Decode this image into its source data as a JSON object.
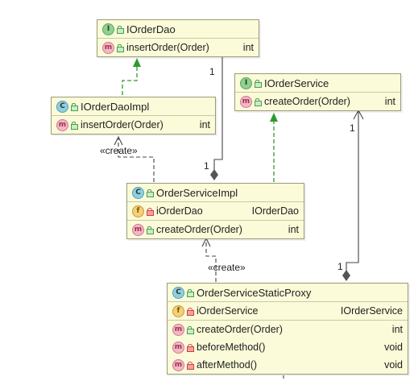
{
  "classes": {
    "iorderdao": {
      "name": "IOrderDao",
      "kind_badge": "I",
      "methods": [
        {
          "badge": "m",
          "name": "insertOrder(Order)",
          "type": "int"
        }
      ]
    },
    "iorderservice": {
      "name": "IOrderService",
      "kind_badge": "I",
      "methods": [
        {
          "badge": "m",
          "name": "createOrder(Order)",
          "type": "int"
        }
      ]
    },
    "iorderdaoimpl": {
      "name": "IOrderDaoImpl",
      "kind_badge": "C",
      "methods": [
        {
          "badge": "m",
          "name": "insertOrder(Order)",
          "type": "int"
        }
      ]
    },
    "orderserviceimpl": {
      "name": "OrderServiceImpl",
      "kind_badge": "C",
      "fields": [
        {
          "badge": "f",
          "name": "iOrderDao",
          "type": "IOrderDao"
        }
      ],
      "methods": [
        {
          "badge": "m",
          "name": "createOrder(Order)",
          "type": "int"
        }
      ]
    },
    "orderservicestaticproxy": {
      "name": "OrderServiceStaticProxy",
      "kind_badge": "C",
      "fields": [
        {
          "badge": "f",
          "name": "iOrderService",
          "type": "IOrderService"
        }
      ],
      "methods": [
        {
          "badge": "m",
          "name": "createOrder(Order)",
          "type": "int"
        },
        {
          "badge": "m",
          "name": "beforeMethod()",
          "type": "void"
        },
        {
          "badge": "m",
          "name": "afterMethod()",
          "type": "void"
        }
      ]
    }
  },
  "edge_labels": {
    "create_dao": "«create»",
    "create_service": "«create»",
    "mult_dao": "1",
    "mult_service": "1",
    "mult_dao_owner": "1",
    "mult_service_owner": "1"
  },
  "colors": {
    "realization": "#2e9a2e",
    "association": "#444444",
    "class_fill": "#fbfbd9"
  }
}
